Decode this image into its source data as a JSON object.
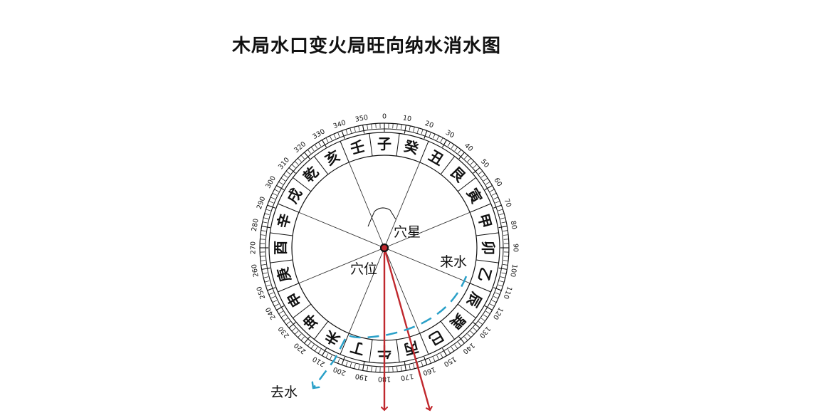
{
  "title": "木局水口变火局旺向纳水消水图",
  "compass": {
    "degree_labels": [
      "0",
      "10",
      "20",
      "30",
      "40",
      "50",
      "60",
      "70",
      "80",
      "90",
      "100",
      "110",
      "120",
      "130",
      "140",
      "150",
      "160",
      "170",
      "180",
      "190",
      "200",
      "210",
      "220",
      "230",
      "240",
      "250",
      "260",
      "270",
      "280",
      "290",
      "300",
      "310",
      "320",
      "330",
      "340",
      "350"
    ],
    "mountains": [
      "子",
      "癸",
      "丑",
      "艮",
      "寅",
      "甲",
      "卯",
      "乙",
      "辰",
      "巽",
      "巳",
      "丙",
      "午",
      "丁",
      "未",
      "坤",
      "申",
      "庚",
      "酉",
      "辛",
      "戌",
      "乾",
      "亥",
      "壬"
    ]
  },
  "labels": {
    "xue_xing": "穴星",
    "xue_wei": "穴位",
    "lai_shui": "来水",
    "qu_shui": "去水"
  },
  "colors": {
    "arrow": "#c0282d",
    "water": "#2aa0c8",
    "ink": "#111111"
  }
}
